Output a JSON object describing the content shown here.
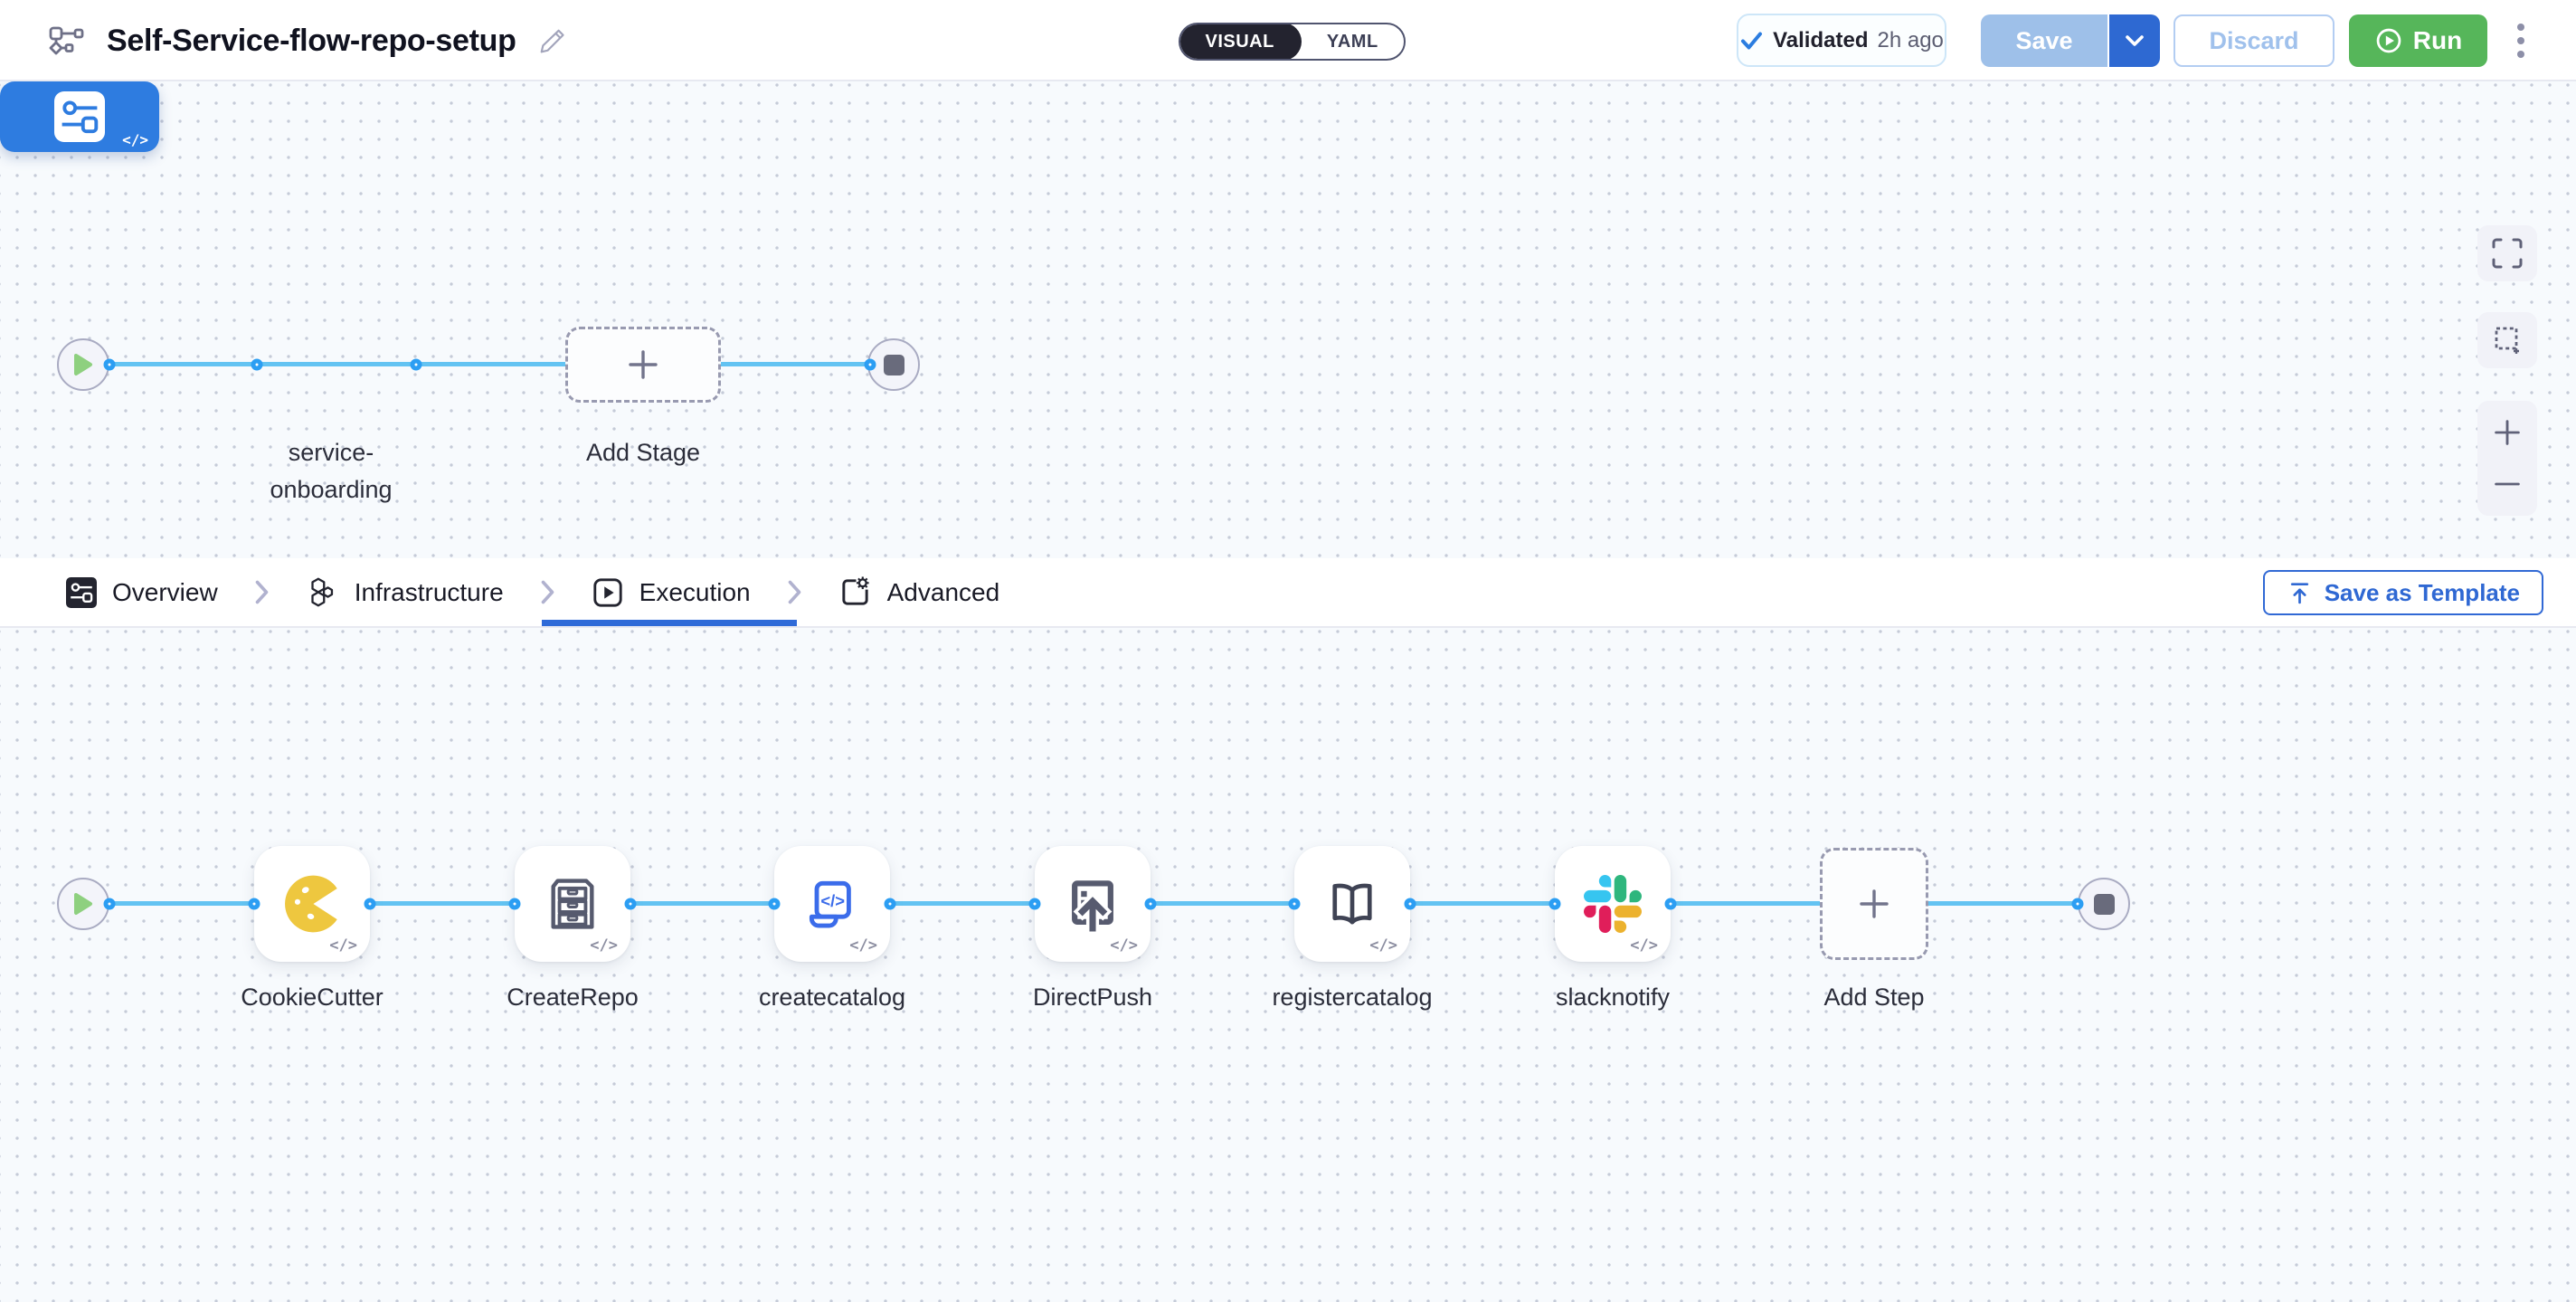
{
  "header": {
    "title": "Self-Service-flow-repo-setup",
    "mode_toggle": {
      "visual": "VISUAL",
      "yaml": "YAML"
    },
    "validated_badge": {
      "label": "Validated",
      "time_ago": "2h ago"
    },
    "buttons": {
      "save": "Save",
      "discard": "Discard",
      "run": "Run"
    }
  },
  "stage_canvas": {
    "stage_name_line1": "service-",
    "stage_name_line2": "onboarding",
    "add_stage_label": "Add Stage",
    "code_badge": "</>"
  },
  "tabs": {
    "items": [
      {
        "label": "Overview",
        "icon": "stage-overview-icon",
        "active": false
      },
      {
        "label": "Infrastructure",
        "icon": "infrastructure-hexagons-icon",
        "active": false
      },
      {
        "label": "Execution",
        "icon": "execution-play-icon",
        "active": true
      },
      {
        "label": "Advanced",
        "icon": "advanced-settings-icon",
        "active": false
      }
    ],
    "save_as_template": "Save as Template"
  },
  "step_canvas": {
    "steps": [
      {
        "name": "CookieCutter",
        "icon": "cookiecutter-icon"
      },
      {
        "name": "CreateRepo",
        "icon": "repo-drawers-icon"
      },
      {
        "name": "createcatalog",
        "icon": "code-script-icon"
      },
      {
        "name": "DirectPush",
        "icon": "direct-push-icon"
      },
      {
        "name": "registercatalog",
        "icon": "book-icon"
      },
      {
        "name": "slacknotify",
        "icon": "slack-icon"
      }
    ],
    "add_step_label": "Add Step",
    "code_badge": "</>"
  },
  "colors": {
    "accent_blue": "#2f6bd8",
    "stage_node_blue": "#2e7ce0",
    "connector_blue": "#2c9ef3",
    "flow_line_blue": "#63c3f2",
    "run_green": "#56b65a",
    "save_disabled_blue": "#9ec0e9",
    "save_caret_blue": "#2e69d2",
    "canvas_bg": "#f7fafd"
  }
}
